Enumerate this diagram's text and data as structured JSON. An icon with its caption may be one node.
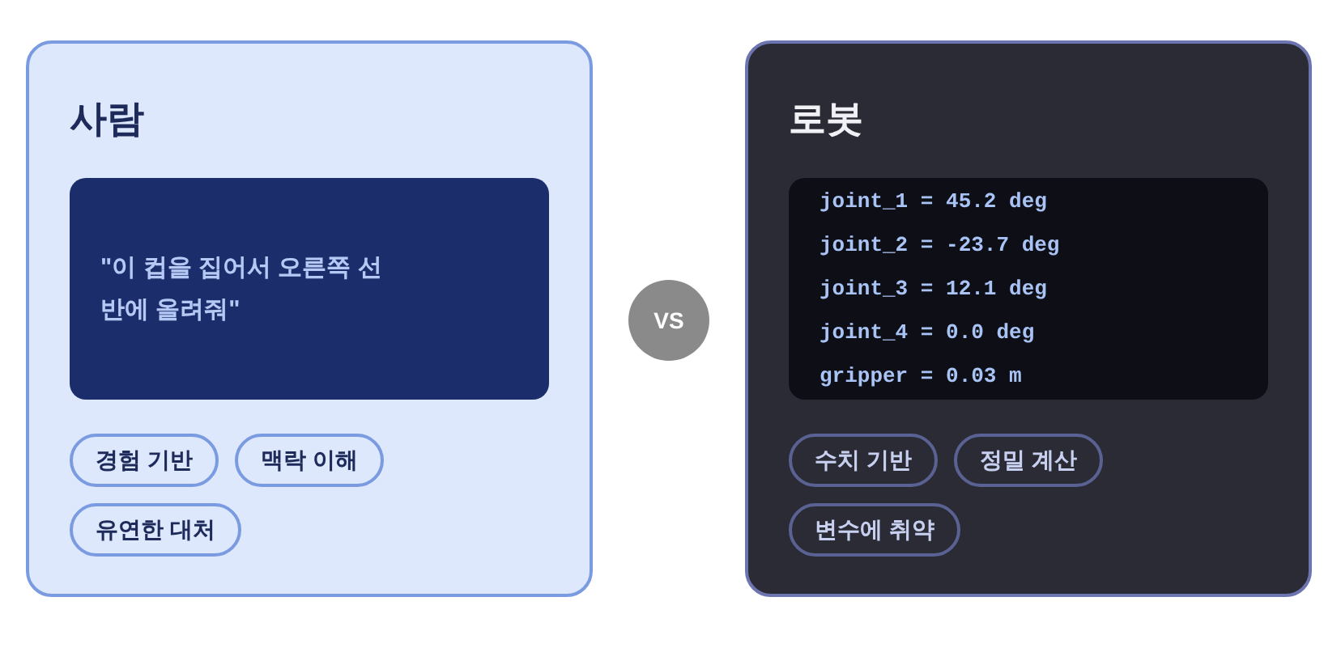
{
  "diagram": {
    "nodes": [
      {
        "text": [
          "사람"
        ]
      },
      {
        "text": [
          "\"이 컵을 집어서 오른쪽 선반에 올려줘\""
        ],
        "in": 0
      },
      {
        "text": [
          "경험 기반"
        ],
        "in": 0
      },
      {
        "text": [
          "맥락 이해"
        ],
        "in": 0
      },
      {
        "text": [
          "유연한 대처"
        ],
        "in": 0
      },
      {
        "text": [
          "VS"
        ]
      },
      {
        "text": [
          "로봇"
        ]
      },
      {
        "text": [
          "joint_1 = 45.2 deg",
          "joint_2 = -23.7 deg",
          "joint_3 = 12.1 deg",
          "joint_4 = 0.0 deg",
          "gripper = 0.03 m"
        ],
        "in": 6
      },
      {
        "text": [
          "수치 기반"
        ],
        "in": 6
      },
      {
        "text": [
          "정밀 계산"
        ],
        "in": 6
      },
      {
        "text": [
          "변수에 취약"
        ],
        "in": 6
      }
    ]
  }
}
